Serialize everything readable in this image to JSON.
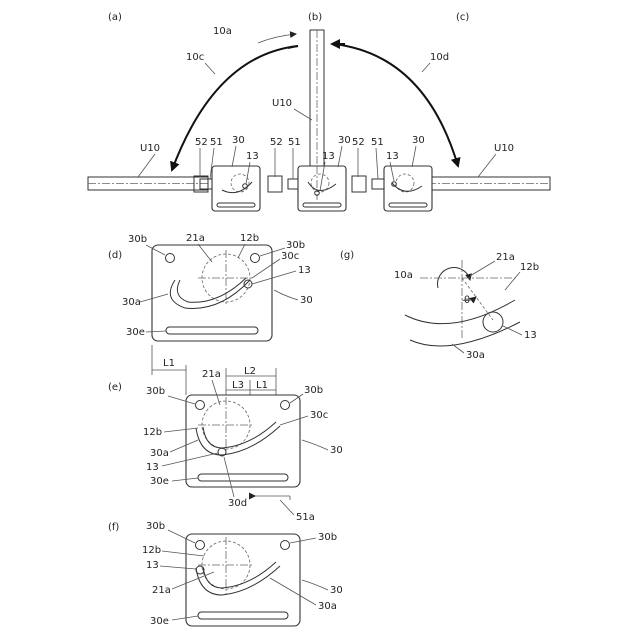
{
  "panels": {
    "a": "(a)",
    "b": "(b)",
    "c": "(c)",
    "d": "(d)",
    "e": "(e)",
    "f": "(f)",
    "g": "(g)"
  },
  "top": {
    "arrow_10a": "10a",
    "arrow_10c": "10c",
    "arrow_10d": "10d",
    "u10_left": "U10",
    "u10_center": "U10",
    "u10_right": "U10",
    "a_52": "52",
    "a_51": "51",
    "a_30": "30",
    "a_13": "13",
    "b_52": "52",
    "b_51": "51",
    "b_30": "30",
    "b_13": "13",
    "c_52": "52",
    "c_51": "51",
    "c_30": "30",
    "c_13": "13"
  },
  "panel_d": {
    "l_30b_left": "30b",
    "l_21a": "21a",
    "l_12b": "12b",
    "l_30b_right": "30b",
    "l_30c": "30c",
    "l_13": "13",
    "l_30a": "30a",
    "l_30": "30",
    "l_30e": "30e"
  },
  "panel_e": {
    "l_L1_left": "L1",
    "l_L2": "L2",
    "l_L3": "L3",
    "l_L1_right": "L1",
    "l_21a": "21a",
    "l_30b_left": "30b",
    "l_30b_right": "30b",
    "l_30c": "30c",
    "l_12b": "12b",
    "l_30a": "30a",
    "l_30": "30",
    "l_13": "13",
    "l_30e": "30e",
    "l_30d": "30d",
    "l_51a": "51a"
  },
  "panel_f": {
    "l_30b_left": "30b",
    "l_30b_right": "30b",
    "l_12b": "12b",
    "l_13": "13",
    "l_21a": "21a",
    "l_30": "30",
    "l_30a": "30a",
    "l_30e": "30e"
  },
  "panel_g": {
    "l_21a": "21a",
    "l_12b": "12b",
    "l_10a": "10a",
    "l_theta": "θ",
    "l_13": "13",
    "l_30a": "30a"
  }
}
